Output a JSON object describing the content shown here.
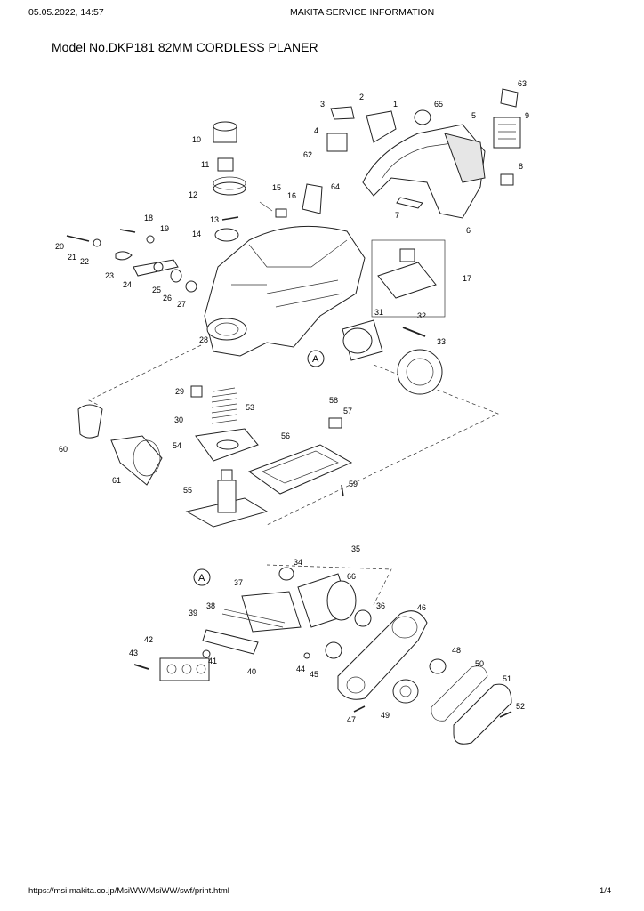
{
  "header": {
    "datetime": "05.05.2022, 14:57",
    "title": "MAKITA SERVICE INFORMATION"
  },
  "model_title": "Model No.DKP181 82MM CORDLESS PLANER",
  "callout": "A",
  "part_numbers": [
    "1",
    "2",
    "3",
    "4",
    "5",
    "6",
    "7",
    "8",
    "9",
    "10",
    "11",
    "12",
    "13",
    "14",
    "15",
    "16",
    "17",
    "18",
    "19",
    "20",
    "21",
    "22",
    "23",
    "24",
    "25",
    "26",
    "27",
    "28",
    "29",
    "30",
    "31",
    "32",
    "33",
    "34",
    "35",
    "36",
    "37",
    "38",
    "39",
    "40",
    "41",
    "42",
    "43",
    "44",
    "45",
    "46",
    "47",
    "48",
    "49",
    "50",
    "51",
    "52",
    "53",
    "54",
    "55",
    "56",
    "57",
    "58",
    "59",
    "60",
    "61",
    "62",
    "63",
    "64",
    "65",
    "66"
  ],
  "footer": {
    "url": "https://msi.makita.co.jp/MsiWW/MsiWW/swf/print.html",
    "page": "1/4"
  }
}
